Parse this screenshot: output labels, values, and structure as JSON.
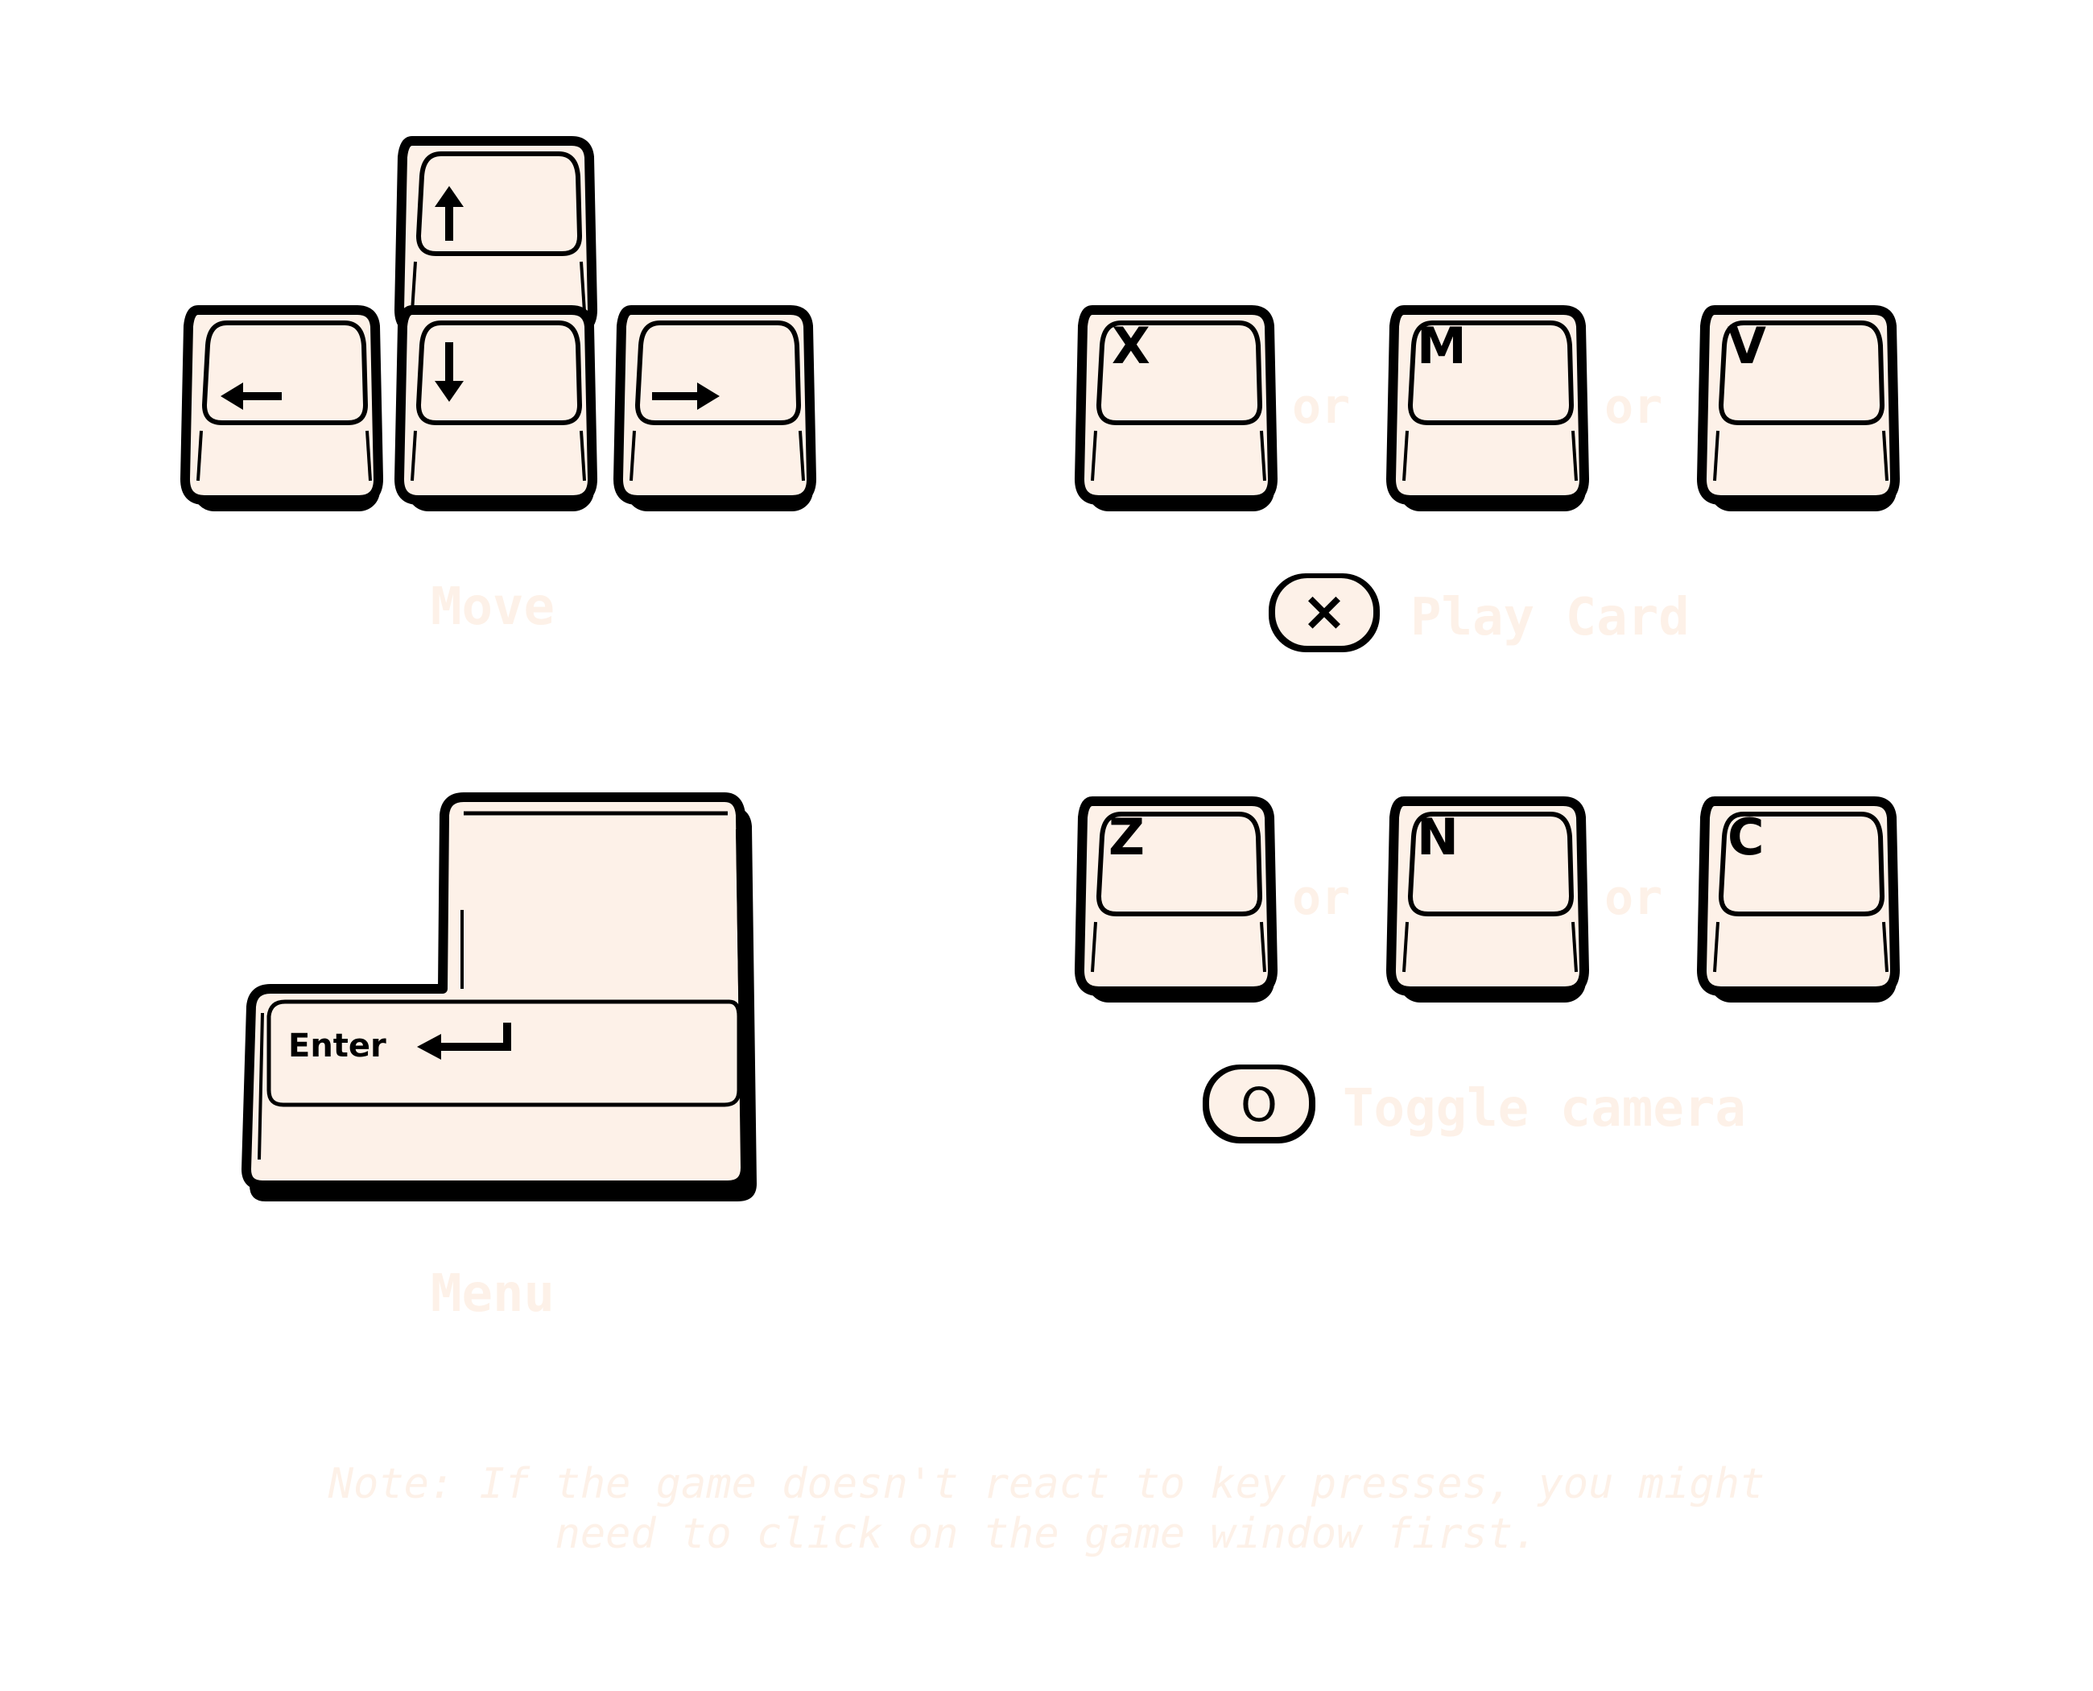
{
  "colors": {
    "keycap": "#fdf1e8",
    "outline": "#000000",
    "text": "#fdf1e8"
  },
  "controls": {
    "move": {
      "label": "Move",
      "keys": [
        "arrow-up-icon",
        "arrow-left-icon",
        "arrow-down-icon",
        "arrow-right-icon"
      ]
    },
    "play_card": {
      "keys": [
        "X",
        "M",
        "V"
      ],
      "separator": "or",
      "gamepad_button": "×",
      "label": "Play Card"
    },
    "toggle_camera": {
      "keys": [
        "Z",
        "N",
        "C"
      ],
      "separator": "or",
      "gamepad_button": "O",
      "label": "Toggle camera"
    },
    "menu": {
      "key_label": "Enter",
      "key_icon": "return-arrow-icon",
      "label": "Menu"
    }
  },
  "note": {
    "line1": "Note: If the game doesn't react to key presses, you might",
    "line2": "need to click on the game window first."
  }
}
